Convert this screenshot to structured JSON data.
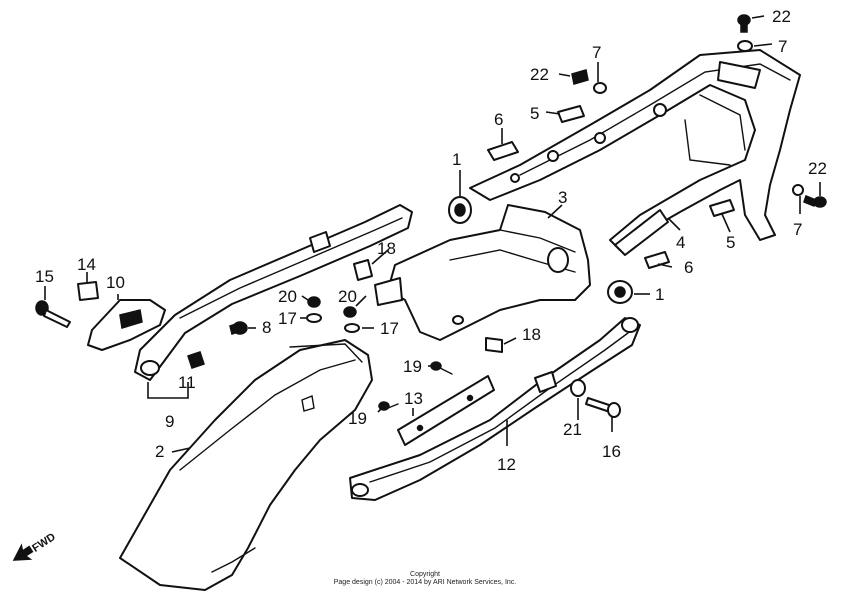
{
  "callouts": [
    {
      "id": "c1a",
      "text": "1"
    },
    {
      "id": "c1b",
      "text": "1"
    },
    {
      "id": "c2",
      "text": "2"
    },
    {
      "id": "c3",
      "text": "3"
    },
    {
      "id": "c4",
      "text": "4"
    },
    {
      "id": "c5a",
      "text": "5"
    },
    {
      "id": "c5b",
      "text": "5"
    },
    {
      "id": "c6a",
      "text": "6"
    },
    {
      "id": "c6b",
      "text": "6"
    },
    {
      "id": "c7a",
      "text": "7"
    },
    {
      "id": "c7b",
      "text": "7"
    },
    {
      "id": "c7c",
      "text": "7"
    },
    {
      "id": "c8",
      "text": "8"
    },
    {
      "id": "c9",
      "text": "9"
    },
    {
      "id": "c10",
      "text": "10"
    },
    {
      "id": "c11",
      "text": "11"
    },
    {
      "id": "c12",
      "text": "12"
    },
    {
      "id": "c13",
      "text": "13"
    },
    {
      "id": "c14",
      "text": "14"
    },
    {
      "id": "c15",
      "text": "15"
    },
    {
      "id": "c16",
      "text": "16"
    },
    {
      "id": "c17a",
      "text": "17"
    },
    {
      "id": "c17b",
      "text": "17"
    },
    {
      "id": "c18a",
      "text": "18"
    },
    {
      "id": "c18b",
      "text": "18"
    },
    {
      "id": "c19a",
      "text": "19"
    },
    {
      "id": "c19b",
      "text": "19"
    },
    {
      "id": "c20a",
      "text": "20"
    },
    {
      "id": "c20b",
      "text": "20"
    },
    {
      "id": "c21",
      "text": "21"
    },
    {
      "id": "c22a",
      "text": "22"
    },
    {
      "id": "c22b",
      "text": "22"
    },
    {
      "id": "c22c",
      "text": "22"
    }
  ],
  "fwd_label": "FWD",
  "copyright": {
    "line1": "Copyright",
    "line2": "Page design (c) 2004 - 2014 by ARI Network Services, Inc."
  }
}
